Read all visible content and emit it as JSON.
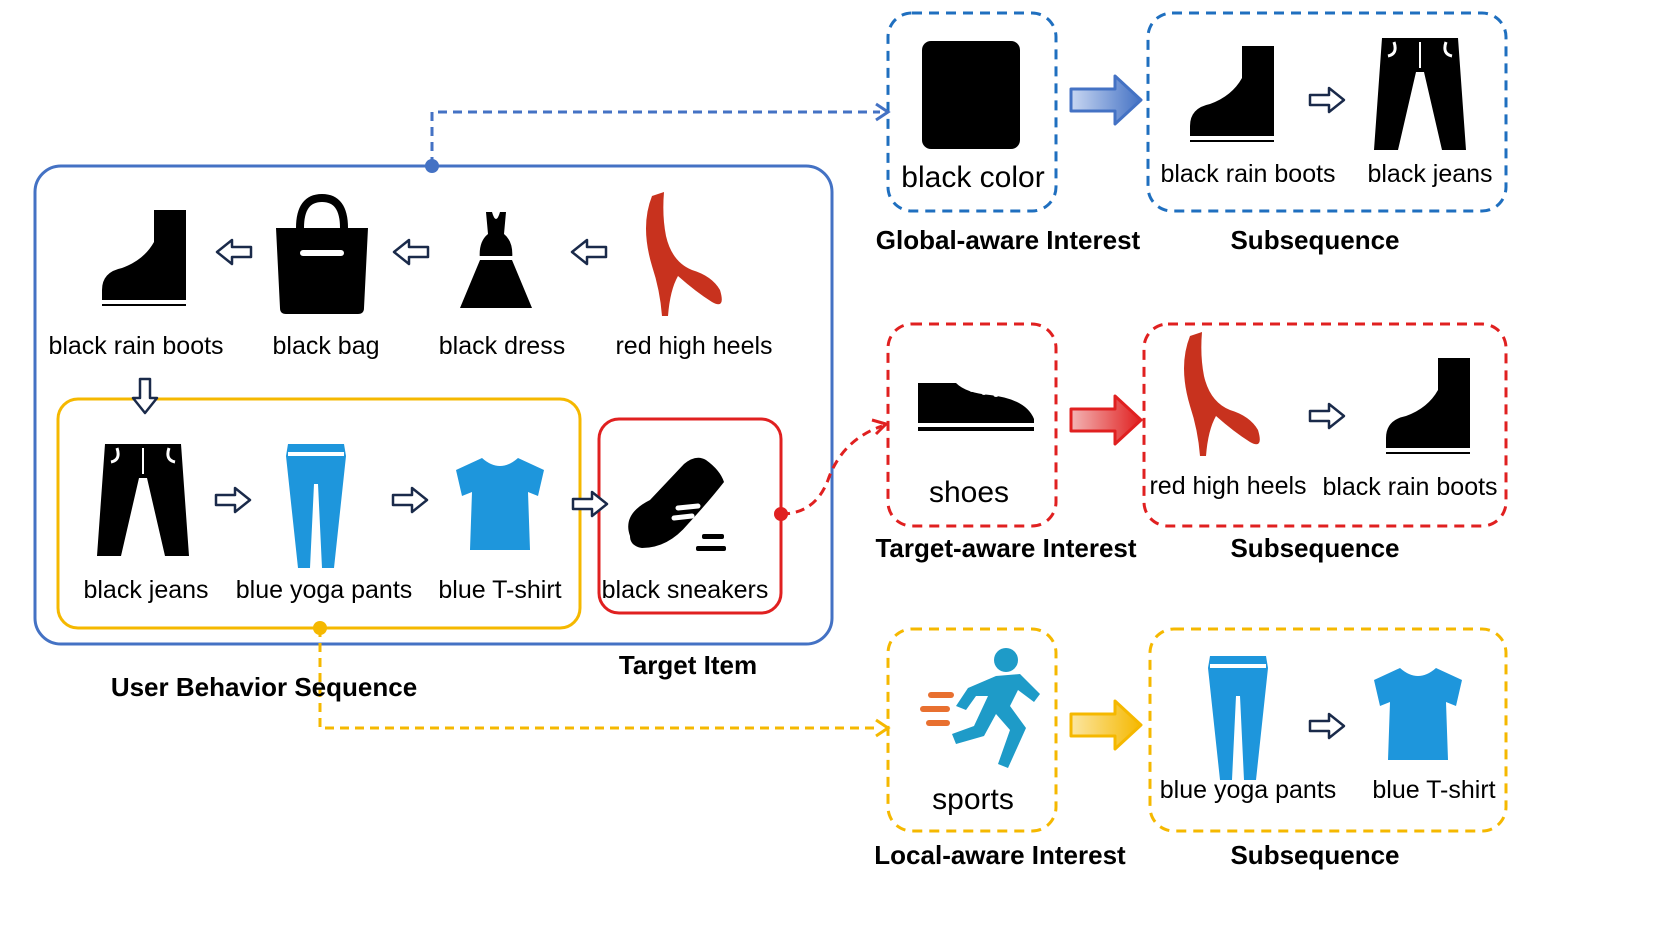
{
  "sequence": {
    "title": "User Behavior Sequence",
    "row1": [
      "black rain boots",
      "black bag",
      "black dress",
      "red high heels"
    ],
    "row2": [
      "black jeans",
      "blue yoga pants",
      "blue T-shirt"
    ]
  },
  "target": {
    "title": "Target Item",
    "label": "black sneakers"
  },
  "interests": {
    "global": {
      "caption": "Global-aware Interest",
      "label": "black color",
      "color": "#1f6fbf"
    },
    "target": {
      "caption": "Target-aware Interest",
      "label": "shoes",
      "color": "#e02020"
    },
    "local": {
      "caption": "Local-aware Interest",
      "label": "sports",
      "color": "#f5b800"
    }
  },
  "subsequences": {
    "caption": "Subsequence",
    "global": [
      "black rain boots",
      "black jeans"
    ],
    "target": [
      "red high heels",
      "black rain boots"
    ],
    "local": [
      "blue yoga pants",
      "blue T-shirt"
    ]
  },
  "colors": {
    "sequence_box": "#4472c4",
    "local_box": "#f5b800",
    "target_box": "#e02020",
    "global_dash": "#1f6fbf",
    "icon_black": "#000000",
    "icon_red": "#c8321e",
    "icon_blue": "#1e96dc"
  },
  "icons": [
    "boot-icon",
    "bag-icon",
    "dress-icon",
    "high-heel-icon",
    "jeans-icon",
    "yoga-pants-icon",
    "tshirt-icon",
    "sneaker-icon",
    "color-square-icon",
    "shoe-icon",
    "runner-icon",
    "arrow-icon"
  ]
}
